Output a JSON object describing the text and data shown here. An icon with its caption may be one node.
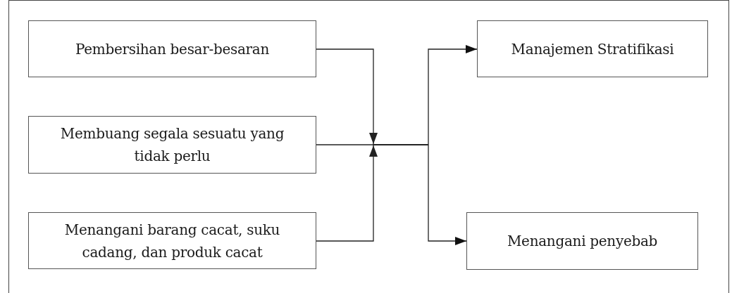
{
  "diagram": {
    "nodes": [
      {
        "text": [
          "Pembersihan besar-besaran"
        ]
      },
      {
        "text": [
          "Membuang segala sesuatu yang tidak perlu"
        ]
      },
      {
        "text": [
          "Menangani barang cacat, suku cadang, dan produk cacat"
        ]
      },
      {
        "text": [
          "Manajemen Stratifikasi"
        ]
      },
      {
        "text": [
          "Menangani penyebab"
        ]
      }
    ],
    "edges": [
      {
        "from": 0,
        "to": 3,
        "arrow": "to"
      },
      {
        "from": 0,
        "to": 4,
        "arrow": "to"
      },
      {
        "from": 1,
        "to": 3,
        "arrow": "to"
      },
      {
        "from": 1,
        "to": 4,
        "arrow": "to"
      },
      {
        "from": 2,
        "to": 3,
        "arrow": "to"
      },
      {
        "from": 2,
        "to": 4,
        "arrow": "to"
      }
    ]
  }
}
